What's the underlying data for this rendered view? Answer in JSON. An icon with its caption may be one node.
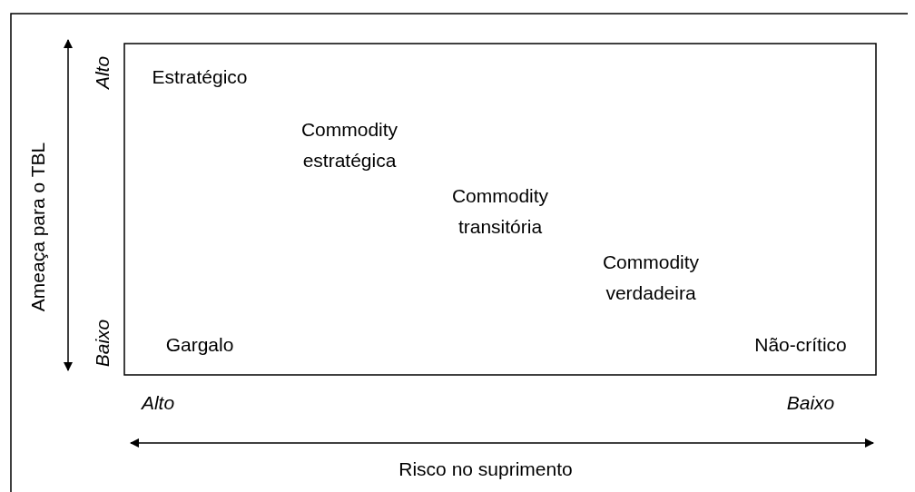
{
  "diagram": {
    "labels": [
      "Ameaça para o TBL",
      "Alto",
      "Estratégico",
      "Commodity estratégica",
      "Commodity transitória",
      "Commodity verdadeira",
      "Baixo",
      "Gargalo",
      "Não-crítico",
      "Alto",
      "Baixo",
      "Risco no suprimento"
    ]
  }
}
